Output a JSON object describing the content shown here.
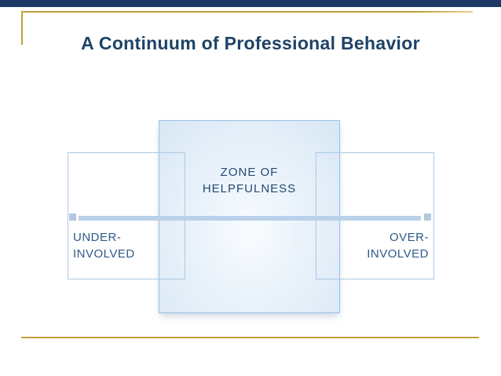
{
  "slide": {
    "title": "A Continuum of Professional Behavior"
  },
  "diagram": {
    "zone_box": {
      "line1": "ZONE OF",
      "line2": "HELPFULNESS"
    },
    "left_box": {
      "line1": "UNDER-",
      "line2": "INVOLVED"
    },
    "right_box": {
      "line1": "OVER-",
      "line2": "INVOLVED"
    }
  },
  "colors": {
    "top_bar_navy": "#1c3a66",
    "gold_accent": "#c2a13c",
    "title_text": "#1e4266",
    "zone_label_text": "#224a72",
    "end_label_text": "#2e5a88",
    "box_border_blue": "#abcae5",
    "zone_fill_edge": "#d8e7f5",
    "zone_fill_center": "#f9fcff",
    "continuum_bar_blue": "#b9d1ea",
    "bar_endcap_blue": "#b3c7de"
  }
}
